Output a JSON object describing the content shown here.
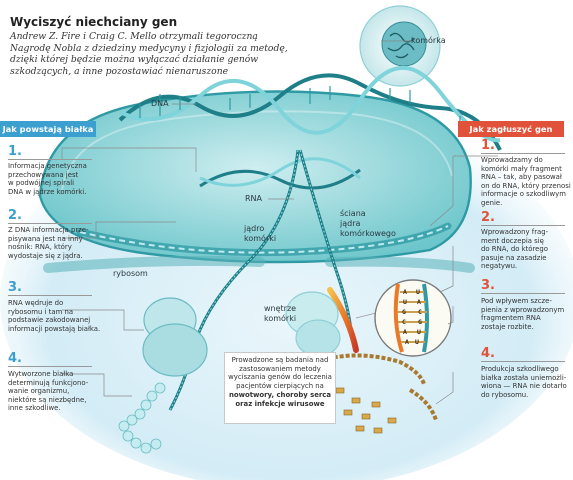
{
  "header": {
    "title": "Wyciszyć niechciany gen",
    "subtitle": "Andrew Z. Fire i Craig C. Mello otrzymali tegoroczną Nagrodę Nobla z dziedziny medycyny i fizjologii za metodę, dzięki której będzie można wyłączać działanie genów szkodzących, a inne pozostawiać nienaruszone"
  },
  "labels": {
    "dna": "DNA",
    "cell": "komórka",
    "rna": "RNA",
    "nucleus": "jądro\nkomórki",
    "nuclear_wall": "ściana\njądra\nkomórkowego",
    "ribosome": "rybosom",
    "cytoplasm": "wnętrze\nkomórki"
  },
  "left_panel": {
    "heading": "Jak powstają białka",
    "steps": [
      {
        "number": "1.",
        "text": "Informacja genetyczna\nprzechowywana jest\nw podwójnej spirali\nDNA w jądrze komórki."
      },
      {
        "number": "2.",
        "text": "Z DNA informacja prze-\npisywana jest na inny\nnośnik: RNA, który\nwydostaje się z jądra."
      },
      {
        "number": "3.",
        "text": "RNA wędruje do\nrybosomu i tam na\npodstawie zakodowanej\ninformacji powstają białka."
      },
      {
        "number": "4.",
        "text": "Wytworzone białka\ndeterminują funkcjono-\nwanie organizmu,\nniektóre są niezbędne,\ninne szkodliwe."
      }
    ]
  },
  "right_panel": {
    "heading": "Jak zagłuszyć gen",
    "steps": [
      {
        "number": "1.",
        "text": "Wprowadzamy do\nkomórki mały fragment\nRNA – tak, aby pasował\non do RNA, który przenosi\ninformacje o szkodliwym\ngenie."
      },
      {
        "number": "2.",
        "text": "Wprowadzony frag-\nment doczepia się\ndo RNA, do którego\npasuje na zasadzie\nnegatywu."
      },
      {
        "number": "3.",
        "text": "Pod wpływem szcze-\npienia z wprowadzonym\nfragmentem RNA\nzostaje rozbite."
      },
      {
        "number": "4.",
        "text": "Produkcja szkodliwego\nbiałka została uniemożli-\nwiona — RNA nie dotarło\ndo rybosomu."
      }
    ]
  },
  "callout": {
    "text": "Prowadzone są badania nad zastosowaniem metody wyciszania genów do leczenia pacjentów cierpiących na",
    "bold": "nowotwory, choroby serca oraz infekcje wirusowe"
  },
  "bases": {
    "top": [
      "A",
      "U",
      "G",
      "C",
      "A",
      "A"
    ],
    "bottom": [
      "U",
      "A",
      "C",
      "G",
      "U",
      "U"
    ]
  },
  "colors": {
    "blue_accent": "#3b9fcf",
    "red_accent": "#e0533a",
    "teal_structure": "#3fb3bb"
  }
}
